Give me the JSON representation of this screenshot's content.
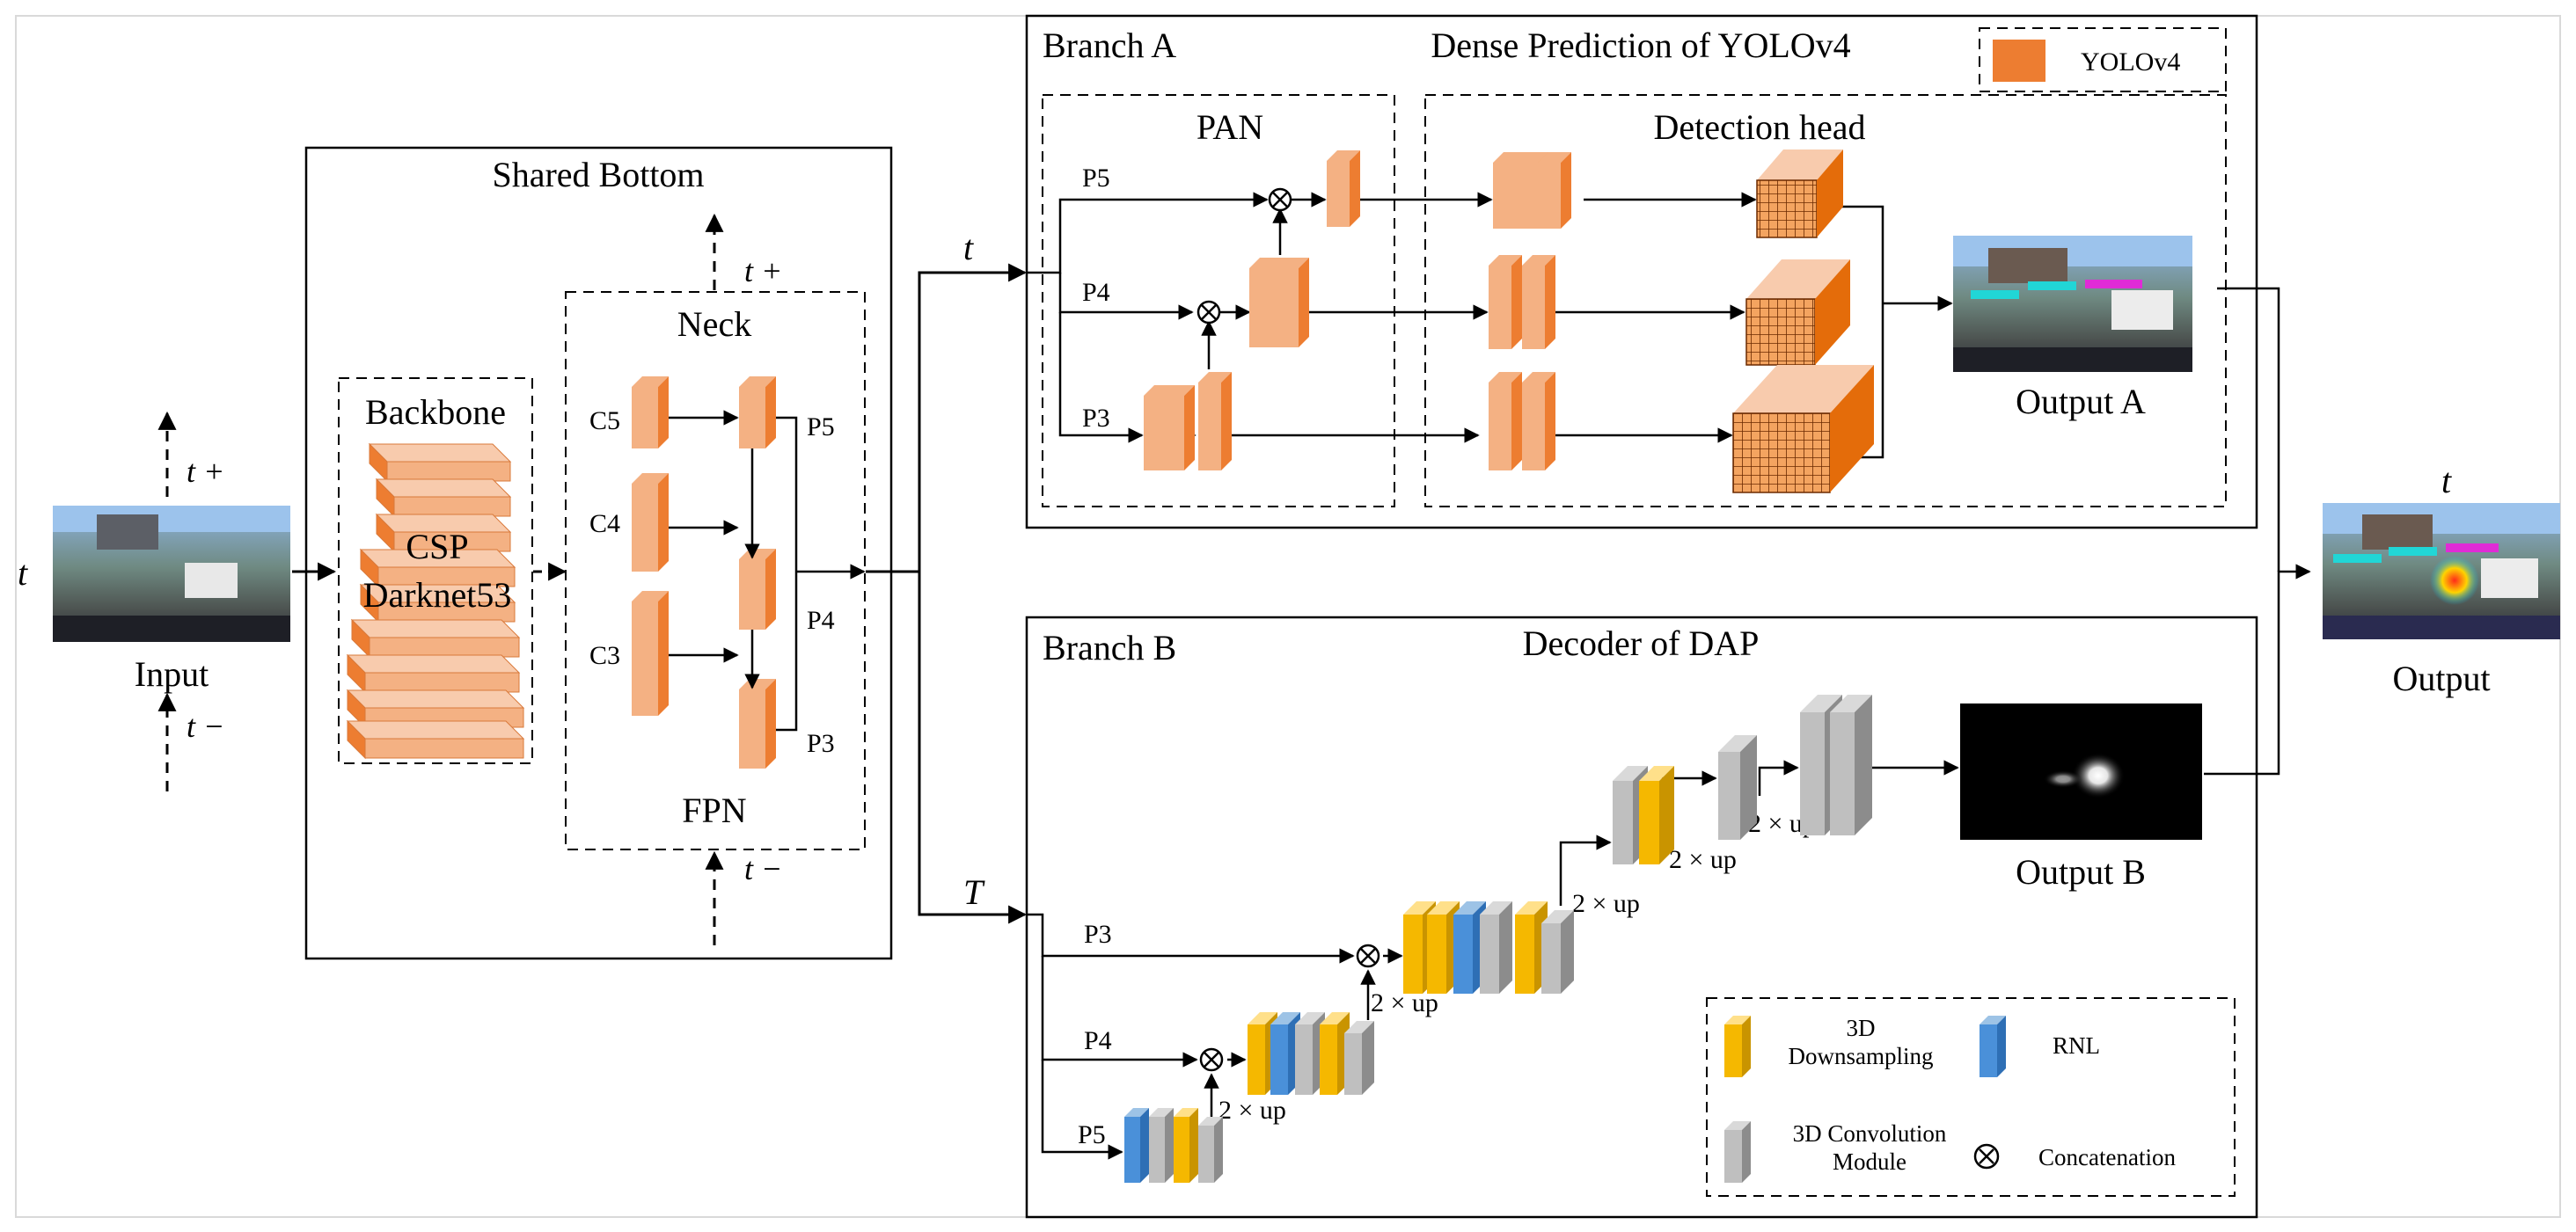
{
  "input": {
    "label": "Input",
    "time": "t",
    "up": "t +",
    "down": "t −"
  },
  "shared_bottom": {
    "title": "Shared Bottom",
    "backbone": {
      "title": "Backbone",
      "name_line1": "CSP",
      "name_line2": "Darknet53"
    },
    "neck": {
      "title": "Neck",
      "footer": "FPN",
      "in_labels": [
        "C5",
        "C4",
        "C3"
      ],
      "out_labels": [
        "P5",
        "P4",
        "P3"
      ],
      "up": "t +",
      "down": "t −"
    }
  },
  "branch_a": {
    "tag": "Branch A",
    "title": "Dense Prediction of YOLOv4",
    "input_time": "t",
    "pan_title": "PAN",
    "pan_labels": [
      "P5",
      "P4",
      "P3"
    ],
    "head_title": "Detection head",
    "output_label": "Output A",
    "legend": {
      "text": "YOLOv4",
      "color": "#ED7D31"
    }
  },
  "branch_b": {
    "tag": "Branch B",
    "title": "Decoder of DAP",
    "input_time": "T",
    "labels": [
      "P3",
      "P4",
      "P5"
    ],
    "upsample": "2 × up",
    "output_label": "Output B",
    "legend": {
      "down_line1": "3D",
      "down_line2": "Downsampling",
      "rnl": "RNL",
      "conv_line1": "3D Convolution",
      "conv_line2": "Module",
      "concat": "Concatenation"
    },
    "colors": {
      "downsampling": "#F5B800",
      "rnl": "#4A90D9",
      "conv": "#A6A6A6"
    }
  },
  "output": {
    "label": "Output",
    "time": "t"
  }
}
